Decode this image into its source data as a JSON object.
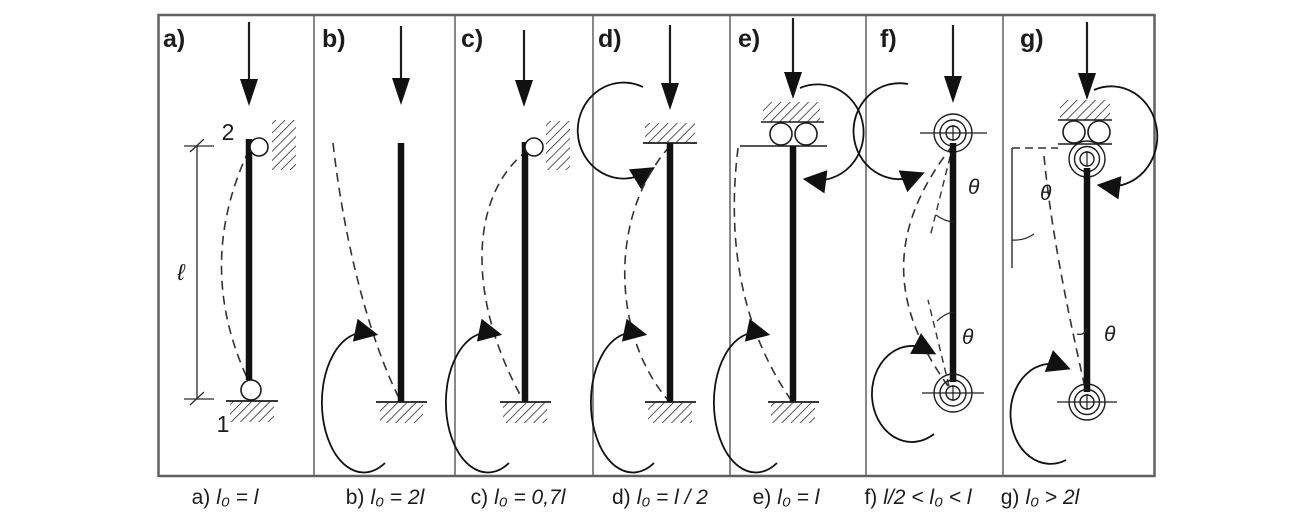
{
  "figure_type": "column-buckling-effective-length-diagram",
  "colors": {
    "ink": "#1c1c1c",
    "frame": "#616161",
    "background": "#ffffff"
  },
  "panels": [
    {
      "label": "a)",
      "caption": {
        "prefix": "a)",
        "formula": "l₀ = l"
      },
      "annotations": {
        "top_node": "2",
        "bottom_node": "1",
        "length_symbol": "ℓ"
      }
    },
    {
      "label": "b)",
      "caption": {
        "prefix": "b)",
        "formula": "l₀ = 2l"
      }
    },
    {
      "label": "c)",
      "caption": {
        "prefix": "c)",
        "formula": "l₀ = 0,7l"
      }
    },
    {
      "label": "d)",
      "caption": {
        "prefix": "d)",
        "formula": "l₀ = l / 2"
      }
    },
    {
      "label": "e)",
      "caption": {
        "prefix": "e)",
        "formula": "l₀ = l"
      }
    },
    {
      "label": "f)",
      "caption": {
        "prefix": "f)",
        "formula": "l/2 < l₀ < l"
      },
      "annotations": {
        "theta_top": "θ",
        "theta_bottom": "θ"
      }
    },
    {
      "label": "g)",
      "caption": {
        "prefix": "g)",
        "formula": "l₀ > 2l"
      },
      "annotations": {
        "theta_top": "θ",
        "theta_bottom": "θ"
      }
    }
  ]
}
